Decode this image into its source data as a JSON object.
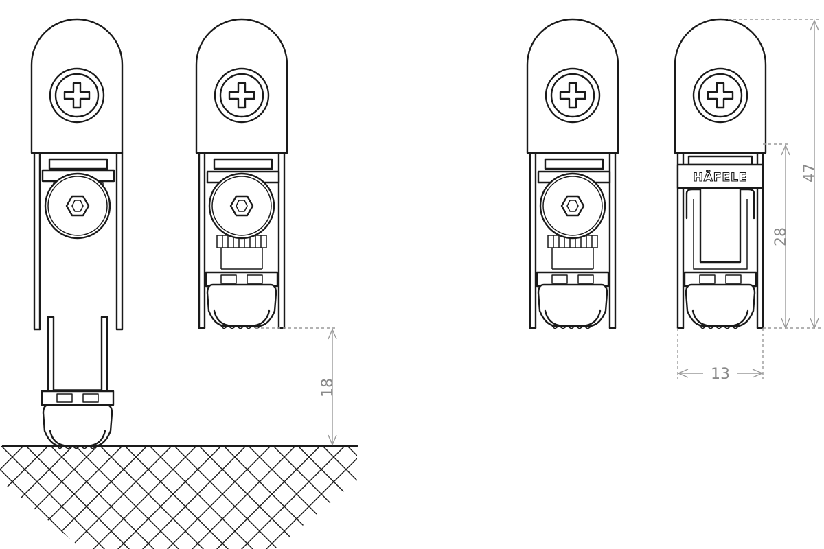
{
  "diagram": {
    "brand_label": "HÄFELE",
    "dimensions": {
      "drop_height": "18",
      "inner_height": "28",
      "total_height": "47",
      "width": "13"
    },
    "colors": {
      "line": "#1a1a1a",
      "dimension": "#9a9a9a",
      "background": "#ffffff"
    },
    "icons": [
      "phillips-screw-icon",
      "hex-socket-icon"
    ]
  }
}
